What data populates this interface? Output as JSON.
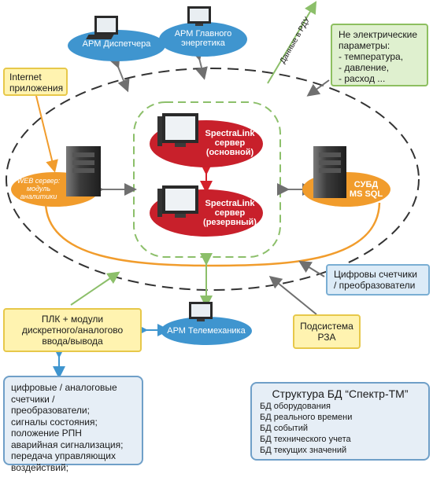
{
  "arm_dispatcher": "АРМ Диспетчера",
  "arm_energetic": "АРМ Главного\nэнергетика",
  "internet_apps": "Internet\nприложения",
  "non_electric": "Не электрические\nпараметры:\n- температура,\n- давление,\n- расход ...",
  "data_to_rdu": "Данные в РДУ",
  "spectralink_main": "SpectraLink\nсервер\n(основной)",
  "spectralink_reserve": "SpectraLink\nсервер\n(резервный)",
  "web_server": "WEB сервер:\nмодуль\nаналитики",
  "dbms": "СУБД\nMS SQL",
  "digital_meters": "Цифровы счетчики\n/ преобразователи",
  "plc": "ПЛК + модули\nдискретного/аналогово\nввода/вывода",
  "arm_telemechanics": "АРМ Телемеханика",
  "rza": "Подсистема\nРЗА",
  "signals_list": "цифровые / аналоговые\nсчетчики / преобразователи;\nсигналы состояния;\nположение РПН\nаварийная сигнализация;\nпередача управляющих\nвоздействий;",
  "db_structure": {
    "title": "Структура БД  “Спектр-ТМ”",
    "items": [
      "БД оборудования",
      "БД реального времени",
      "БД событий",
      "БД технического учета",
      "БД текущих значений"
    ]
  }
}
